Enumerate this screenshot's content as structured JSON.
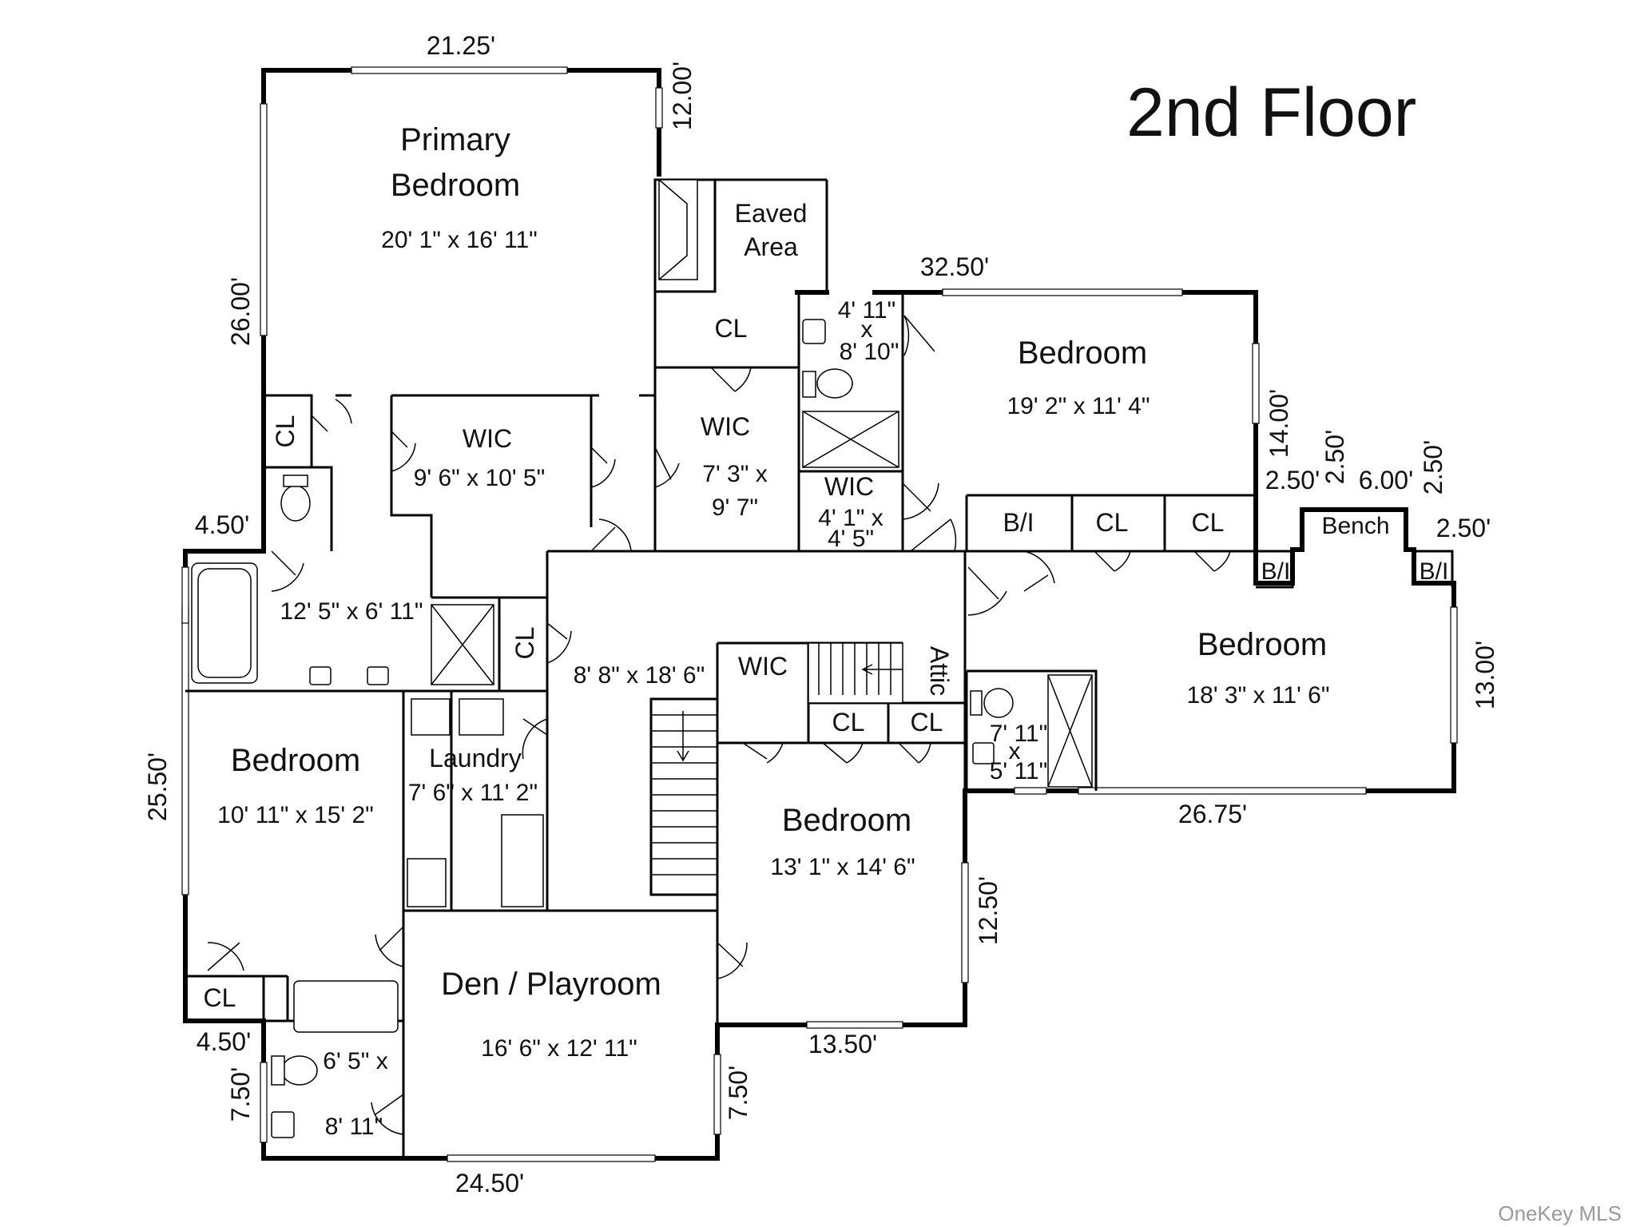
{
  "title": "2nd Floor",
  "watermark": "OneKey MLS",
  "rooms": {
    "primary_bedroom": {
      "name_line1": "Primary",
      "name_line2": "Bedroom",
      "dims": "20' 1\" x 16' 11\""
    },
    "eaved_area": {
      "line1": "Eaved",
      "line2": "Area"
    },
    "bedroom_ne": {
      "name": "Bedroom",
      "dims": "19' 2\" x 11' 4\""
    },
    "bedroom_e": {
      "name": "Bedroom",
      "dims": "18' 3\" x 11' 6\""
    },
    "bedroom_w": {
      "name": "Bedroom",
      "dims": "10' 11\" x 15' 2\""
    },
    "bedroom_s": {
      "name": "Bedroom",
      "dims": "13' 1\" x 14' 6\""
    },
    "den": {
      "name": "Den / Playroom",
      "dims": "16' 6\" x 12' 11\""
    },
    "laundry": {
      "name": "Laundry",
      "dims": "7' 6\" x 11' 2\""
    },
    "hall": {
      "dims": "8' 8\" x 18' 6\""
    },
    "primary_bath": {
      "dims": "12' 5\" x 6' 11\""
    },
    "wic_1": {
      "name": "WIC",
      "dims": "9' 6\" x 10' 5\""
    },
    "wic_2": {
      "name": "WIC",
      "dims_line1": "7' 3\" x",
      "dims_line2": "9' 7\""
    },
    "wic_3": {
      "name": "WIC",
      "dims_line1": "4' 1\" x",
      "dims_line2": "4' 5\""
    },
    "wic_4": {
      "name": "WIC"
    },
    "bath_ne": {
      "line1": "4' 11\"",
      "line2": "x",
      "line3": "8' 10\""
    },
    "bath_e": {
      "line1": "7' 11\"",
      "line2": "x",
      "line3": "5' 11\""
    },
    "bath_sw": {
      "line1": "6' 5\" x",
      "line2": "8' 11\""
    },
    "attic": "Attic",
    "bench": "Bench"
  },
  "labels": {
    "cl": "CL",
    "bi": "B/I"
  },
  "measurements": {
    "top_primary": "21.25'",
    "primary_right": "12.00'",
    "primary_left": "26.00'",
    "ne_top": "32.50'",
    "ne_right": "14.00'",
    "step_a": "2.50'",
    "step_b": "2.50'",
    "step_c": "2.50'",
    "step_d": "2.50'",
    "bench_w": "6.00'",
    "west_jog_top": "4.50'",
    "west_jog_bottom": "4.50'",
    "west_left": "25.50'",
    "sw_left": "7.50'",
    "den_right": "7.50'",
    "bottom_total": "24.50'",
    "bed_s_bottom": "13.50'",
    "bed_s_right": "12.50'",
    "e_bottom": "26.75'",
    "e_right": "13.00'"
  }
}
